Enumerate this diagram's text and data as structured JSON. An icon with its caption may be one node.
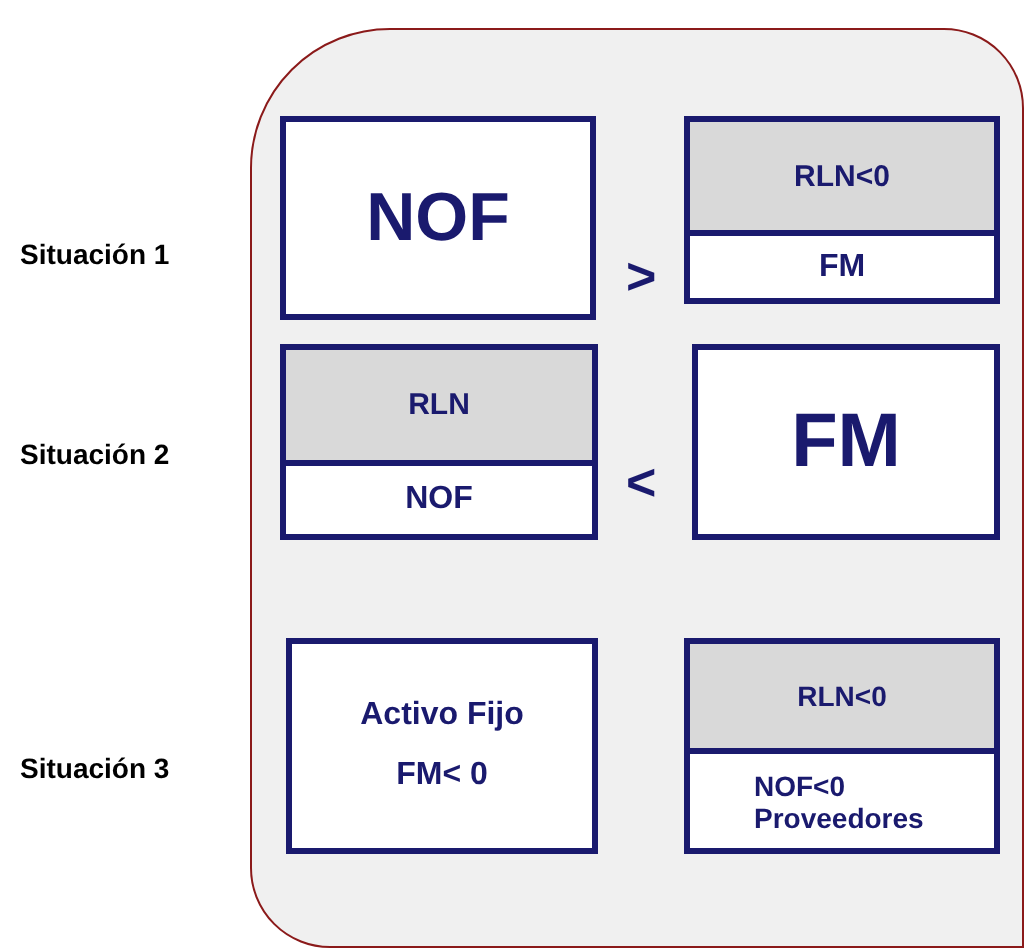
{
  "diagram": {
    "nodes": [
      {
        "text": [],
        "shape": "box"
      },
      {
        "text": [
          "NOF"
        ],
        "in": 0
      },
      {
        "text": [
          "RLN<0",
          "FM"
        ],
        "in": 0
      },
      {
        "text": [
          "RLN",
          "NOF"
        ],
        "in": 0
      },
      {
        "text": [
          "FM"
        ],
        "in": 0
      },
      {
        "text": [
          "Activo Fijo",
          "FM< 0"
        ],
        "in": 0
      },
      {
        "text": [
          "RLN<0",
          "NOF<0 Proveedores"
        ],
        "in": 0
      }
    ],
    "edges": [],
    "labels": [
      "Situación 1",
      ">",
      "Situación 2",
      "<",
      "Situación 3"
    ]
  }
}
